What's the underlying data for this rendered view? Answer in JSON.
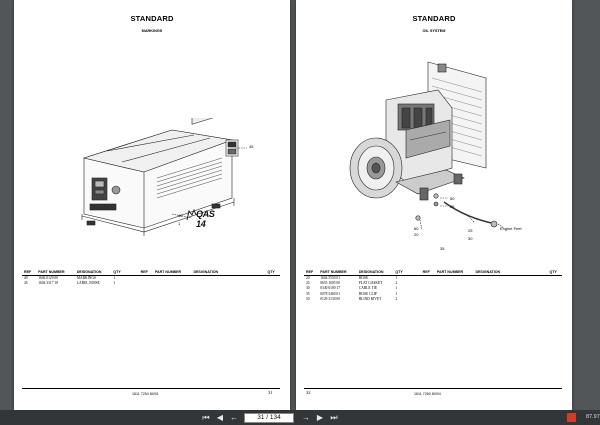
{
  "left_page": {
    "title": "STANDARD",
    "subtitle": "MARKINGS",
    "callouts": [
      "45",
      "40",
      "1"
    ],
    "decal_text": "QAS 14",
    "columns": [
      "REF",
      "PART NUMBER",
      "DESIGNATION",
      "QTY",
      "REF",
      "PART NUMBER",
      "DESIGNATION",
      "QTY"
    ],
    "rows": [
      [
        "40",
        "1604 0129 00",
        "MARKINGS",
        "1"
      ],
      [
        "45",
        "1604 3317 18",
        "LABEL NOISE",
        "1"
      ]
    ],
    "doc_number": "1611 7254 80/01",
    "page_number": "31"
  },
  "right_page": {
    "title": "STANDARD",
    "subtitle": "OIL SYSTEM",
    "callouts": [
      "50",
      "55",
      "60",
      "20",
      "25",
      "30",
      "35"
    ],
    "label_engine": "Engine Feet",
    "columns": [
      "REF",
      "PART NUMBER",
      "DESIGNATION",
      "QTY",
      "REF",
      "PART NUMBER",
      "DESIGNATION",
      "QTY"
    ],
    "rows": [
      [
        "20",
        "1604 5550 01",
        "HOSE",
        "1"
      ],
      [
        "25",
        "0655 1005 00",
        "FLAT GASKET",
        "2"
      ],
      [
        "30",
        "0340 6100 17",
        "CABLE TIE",
        "1"
      ],
      [
        "35",
        "0078 5460 01",
        "HOSE CLIP",
        "1"
      ],
      [
        "50",
        "0129 3130 00",
        "BLIND RIVET",
        "2"
      ]
    ],
    "doc_number": "1611 7260 80/04",
    "page_number": "32"
  },
  "toolbar": {
    "page_field": "31 / 134",
    "zoom_label": "87.97"
  }
}
